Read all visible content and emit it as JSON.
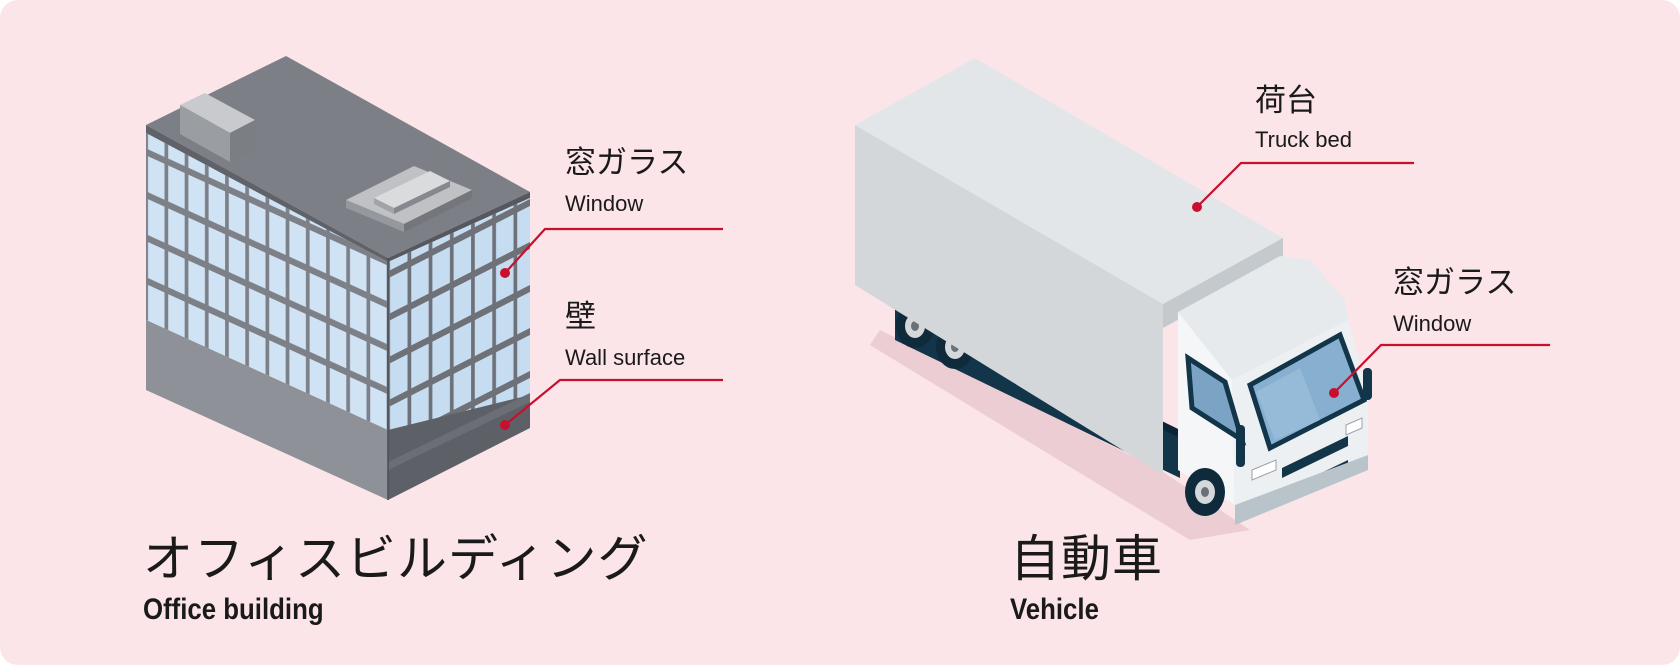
{
  "building": {
    "title_jp": "オフィスビルディング",
    "title_en": "Office building",
    "window_jp": "窓ガラス",
    "window_en": "Window",
    "wall_jp": "壁",
    "wall_en": "Wall surface"
  },
  "vehicle": {
    "title_jp": "自動車",
    "title_en": "Vehicle",
    "bed_jp": "荷台",
    "bed_en": "Truck bed",
    "window_jp": "窓ガラス",
    "window_en": "Window"
  },
  "colors": {
    "background": "#fbe5e8",
    "callout": "#c8102e",
    "glass": "#cfe3f5",
    "truck_body": "#dfe3e6",
    "chassis": "#13354a"
  },
  "icons": [
    "office-building-illustration",
    "truck-illustration"
  ]
}
